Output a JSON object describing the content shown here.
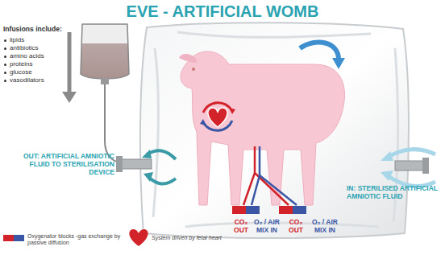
{
  "diagram": {
    "title": "EVE - ARTIFICIAL WOMB",
    "labels": [
      "Infusions include:",
      "lipids",
      "antibiotics",
      "amino acids",
      "proteins",
      "glucose",
      "vasodilators",
      "OUT: ARTIFICIAL AMNIOTIC FLUID TO STERILISATION DEVICE",
      "IN: STERILISED ARTIFICIAL AMNIOTIC FLUID",
      "CO₂ OUT",
      "O₂ / AIR MIX IN",
      "CO₂ OUT",
      "O₂ / AIR MIX IN"
    ],
    "legend": [
      {
        "text": "Oxygenator blocks -gas exchange by passive diffusion"
      },
      {
        "text": "System driven by fetal heart"
      }
    ]
  }
}
